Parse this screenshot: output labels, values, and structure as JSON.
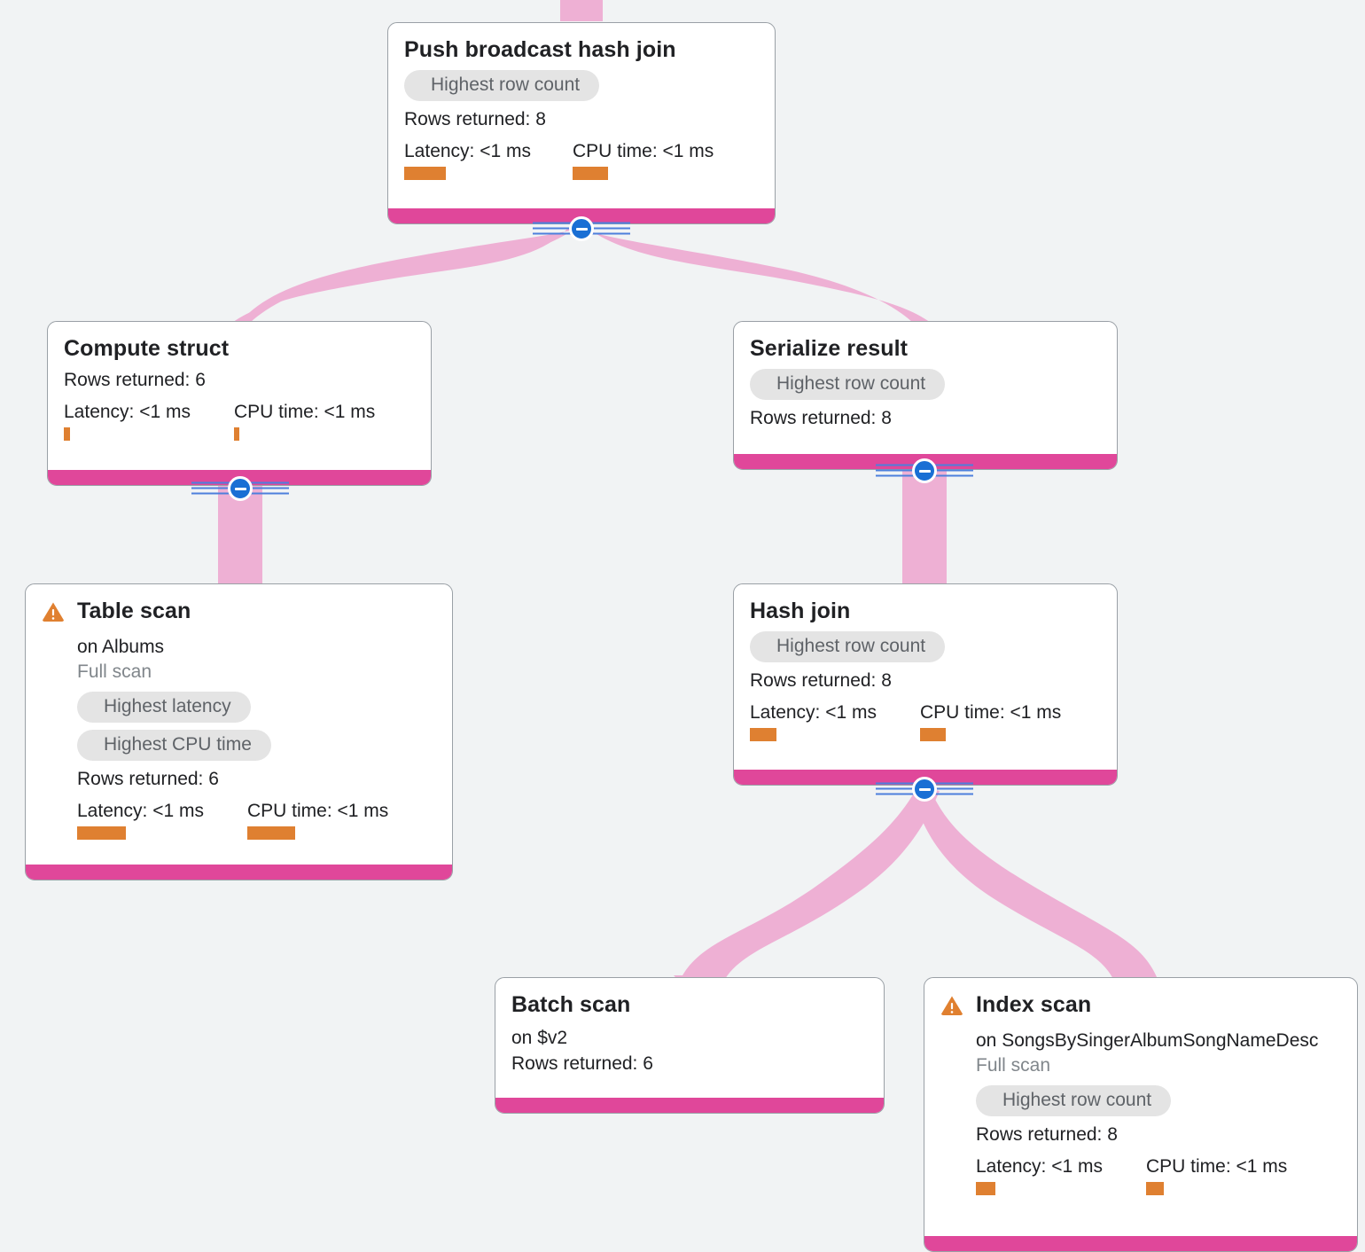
{
  "diagram": {
    "type": "query-execution-plan-tree",
    "background_color": "#f1f3f4",
    "edge_color": "#eeb0d4",
    "node_footer_color": "#e0479a",
    "accent_color": "#1a6fd4",
    "badge_bg_color": "#e4e4e4",
    "badge_text_color": "#5f6368",
    "warning_color": "#e08030",
    "metric_bar_color": "#df8031"
  },
  "labels": {
    "rows_returned_prefix": "Rows returned: ",
    "latency_prefix": "Latency: ",
    "cpu_prefix": "CPU time: ",
    "on_prefix": "on "
  },
  "nodes": [
    {
      "id": "push-broadcast-hash-join",
      "title": "Push broadcast hash join",
      "warning": false,
      "target": "",
      "scan_type": "",
      "badges": [
        "Highest row count"
      ],
      "rows_returned": "Rows returned: 8",
      "latency": "Latency: <1 ms",
      "cpu_time": "CPU time: <1 ms",
      "has_metrics": true,
      "collapsed": false
    },
    {
      "id": "compute-struct",
      "title": "Compute struct",
      "warning": false,
      "target": "",
      "scan_type": "",
      "badges": [],
      "rows_returned": "Rows returned: 6",
      "latency": "Latency: <1 ms",
      "cpu_time": "CPU time: <1 ms",
      "has_metrics": true,
      "collapsed": false
    },
    {
      "id": "serialize-result",
      "title": "Serialize result",
      "warning": false,
      "target": "",
      "scan_type": "",
      "badges": [
        "Highest row count"
      ],
      "rows_returned": "Rows returned: 8",
      "latency": "",
      "cpu_time": "",
      "has_metrics": false,
      "collapsed": false
    },
    {
      "id": "table-scan",
      "title": "Table scan",
      "warning": true,
      "target": "on Albums",
      "scan_type": "Full scan",
      "badges": [
        "Highest latency",
        "Highest CPU time"
      ],
      "rows_returned": "Rows returned: 6",
      "latency": "Latency: <1 ms",
      "cpu_time": "CPU time: <1 ms",
      "has_metrics": true,
      "collapsed": true
    },
    {
      "id": "hash-join",
      "title": "Hash join",
      "warning": false,
      "target": "",
      "scan_type": "",
      "badges": [
        "Highest row count"
      ],
      "rows_returned": "Rows returned: 8",
      "latency": "Latency: <1 ms",
      "cpu_time": "CPU time: <1 ms",
      "has_metrics": true,
      "collapsed": false
    },
    {
      "id": "batch-scan",
      "title": "Batch scan",
      "warning": false,
      "target": "on $v2",
      "scan_type": "",
      "badges": [],
      "rows_returned": "Rows returned: 6",
      "latency": "",
      "cpu_time": "",
      "has_metrics": false,
      "collapsed": true
    },
    {
      "id": "index-scan",
      "title": "Index scan",
      "warning": true,
      "target": "on SongsBySingerAlbumSongNameDesc",
      "scan_type": "Full scan",
      "badges": [
        "Highest row count"
      ],
      "rows_returned": "Rows returned: 8",
      "latency": "Latency: <1 ms",
      "cpu_time": "CPU time: <1 ms",
      "has_metrics": true,
      "collapsed": true
    }
  ]
}
